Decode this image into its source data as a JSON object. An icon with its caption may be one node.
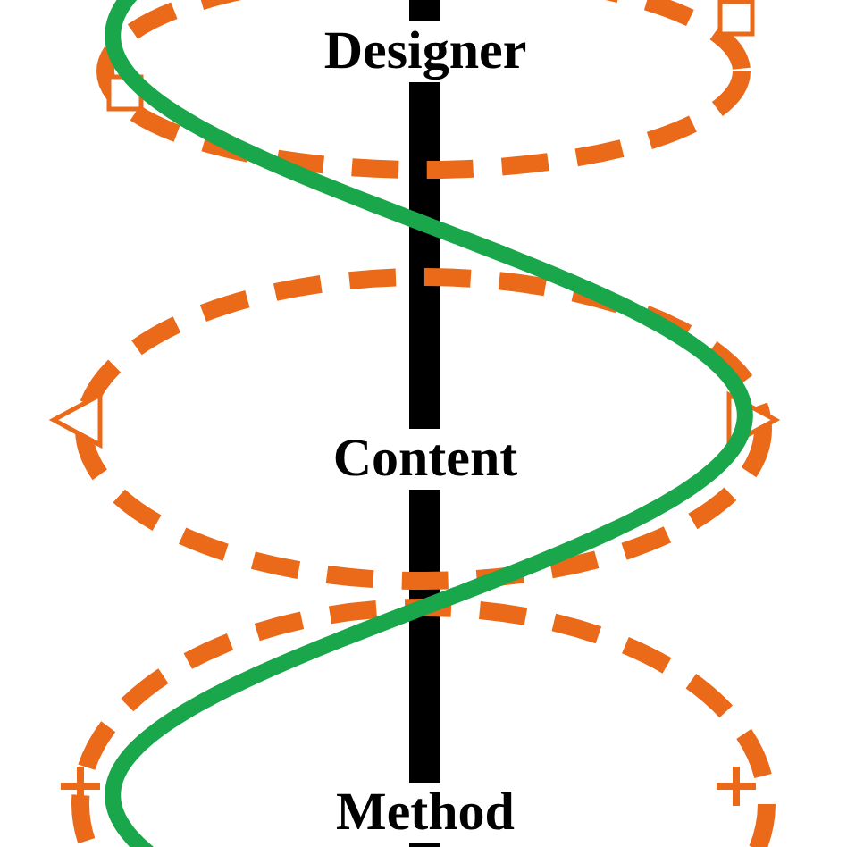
{
  "diagram": {
    "labels": [
      "Designer",
      "Content",
      "Method"
    ]
  }
}
